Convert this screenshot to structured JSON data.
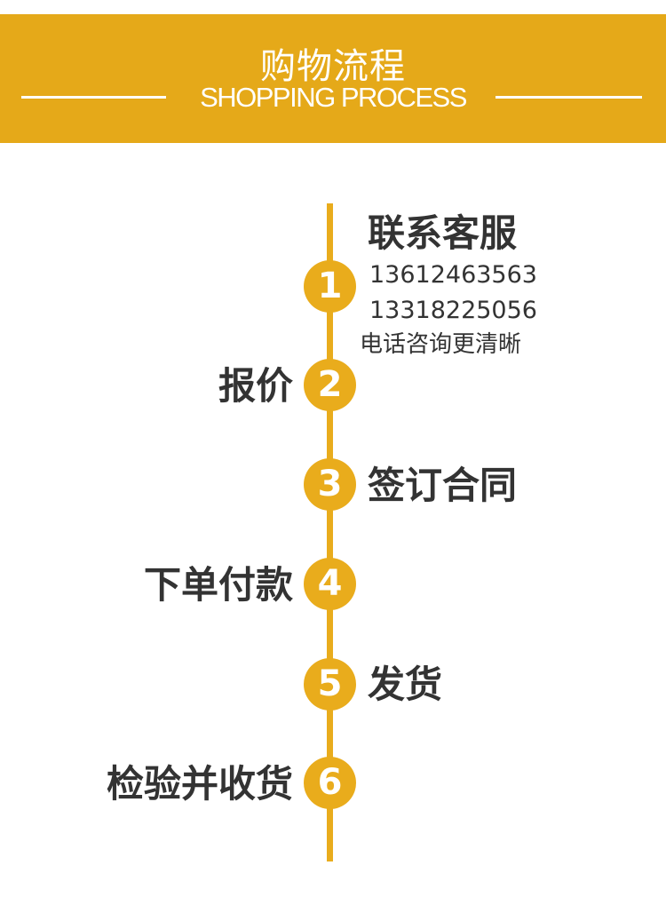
{
  "header": {
    "title": "购物流程",
    "subtitle": "SHOPPING PROCESS",
    "background_color": "#e5a919"
  },
  "timeline": {
    "accent_color": "#e9ac1c",
    "steps": [
      {
        "number": "1",
        "label": "联系客服",
        "side": "right",
        "phones": [
          "13612463563",
          "13318225056"
        ],
        "note": "电话咨询更清晰"
      },
      {
        "number": "2",
        "label": "报价",
        "side": "left"
      },
      {
        "number": "3",
        "label": "签订合同",
        "side": "right"
      },
      {
        "number": "4",
        "label": "下单付款",
        "side": "left"
      },
      {
        "number": "5",
        "label": "发货",
        "side": "right"
      },
      {
        "number": "6",
        "label": "检验并收货",
        "side": "left"
      }
    ]
  }
}
